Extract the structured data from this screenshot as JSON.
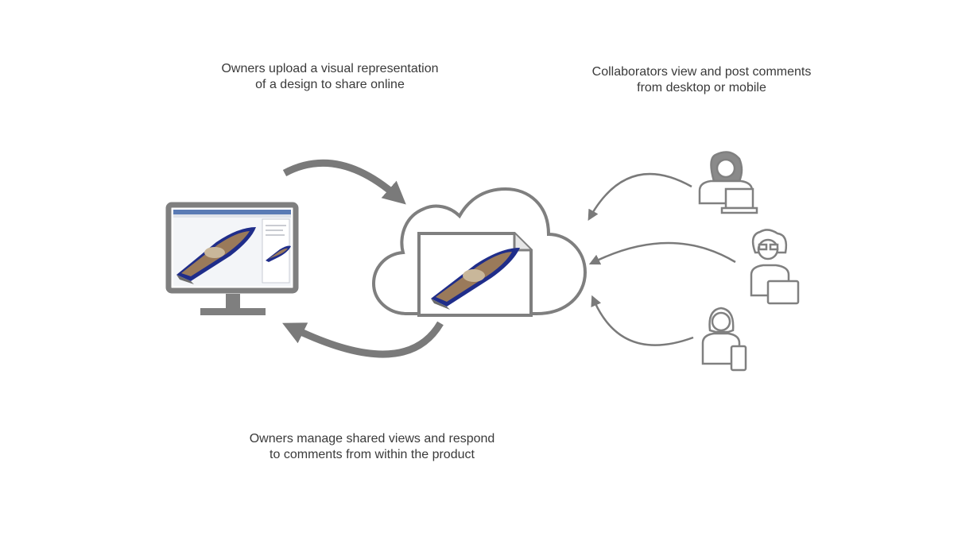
{
  "captions": {
    "upload": {
      "line1": "Owners upload a visual representation",
      "line2": "of a design to share online"
    },
    "collaborators": {
      "line1": "Collaborators view and post comments",
      "line2": "from desktop or mobile"
    },
    "manage": {
      "line1": "Owners manage shared views and respond",
      "line2": "to comments from within the product"
    }
  },
  "icons": {
    "monitor": "desktop-monitor-icon",
    "cloud": "cloud-icon",
    "document": "document-icon",
    "collaborator_laptop": "person-with-laptop-icon",
    "collaborator_tablet": "person-with-tablet-icon",
    "collaborator_phone": "person-with-phone-icon"
  },
  "colors": {
    "arrow": "#7a7a7a",
    "icon_stroke": "#808080",
    "boat_hull": "#1f2d8a",
    "boat_deck": "#9a7a5a",
    "text": "#3a3a3a"
  }
}
